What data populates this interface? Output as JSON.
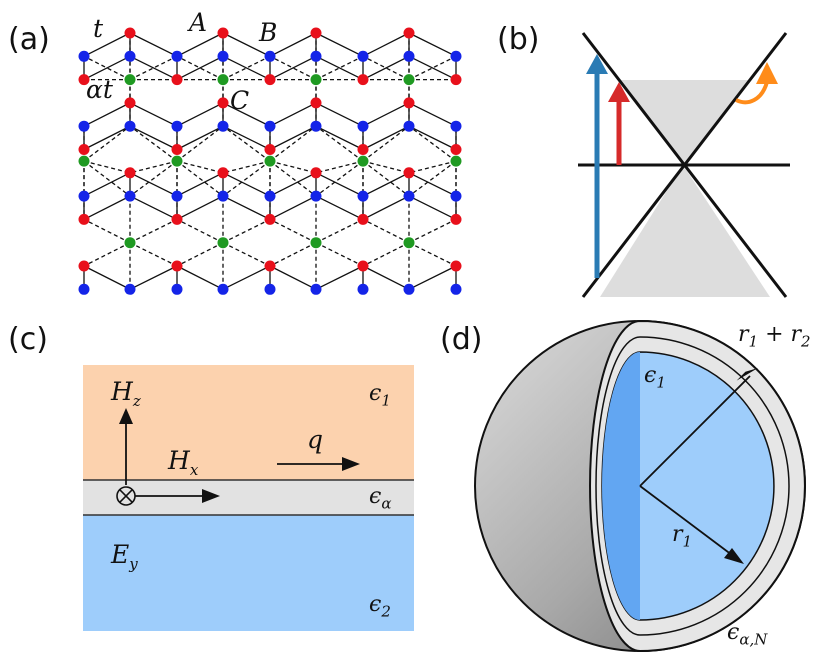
{
  "panels": {
    "a": {
      "letter": "(a)",
      "labels": {
        "t": "t",
        "A": "A",
        "B": "B",
        "alpha": "α",
        "alpha_t": "t",
        "C": "C"
      },
      "colors": {
        "A": "#e8101b",
        "B": "#1424e8",
        "C": "#1f9a22"
      }
    },
    "b": {
      "letter": "(b)",
      "colors": {
        "blue_arrow": "#2a7bb4",
        "red_arrow": "#d62a2a",
        "orange_arrow": "#ff8c1a",
        "cone": "#dddddd"
      }
    },
    "c": {
      "letter": "(c)",
      "labels": {
        "Hz": "H",
        "Hz_sub": "z",
        "Hx": "H",
        "Hx_sub": "x",
        "q": "q",
        "eps1": "ϵ",
        "eps1_sub": "1",
        "epsa": "ϵ",
        "epsa_sub": "α",
        "Ey": "E",
        "Ey_sub": "y",
        "eps2": "ϵ",
        "eps2_sub": "2"
      },
      "colors": {
        "top": "#fcd2ae",
        "middle": "#e2e2e2",
        "bottom": "#9ecdfb"
      }
    },
    "d": {
      "letter": "(d)",
      "labels": {
        "r1r2": "r",
        "r1r2_sub1": "1",
        "r1r2_plus": " + r",
        "r1r2_sub2": "2",
        "eps1": "ϵ",
        "eps1_sub": "1",
        "r1": "r",
        "r1_sub": "1",
        "epsaN": "ϵ",
        "epsaN_sub": "α,N"
      },
      "colors": {
        "core": "#9ecdfb",
        "core_face": "#62a6f2",
        "shell": "#e6e6e6"
      }
    }
  }
}
